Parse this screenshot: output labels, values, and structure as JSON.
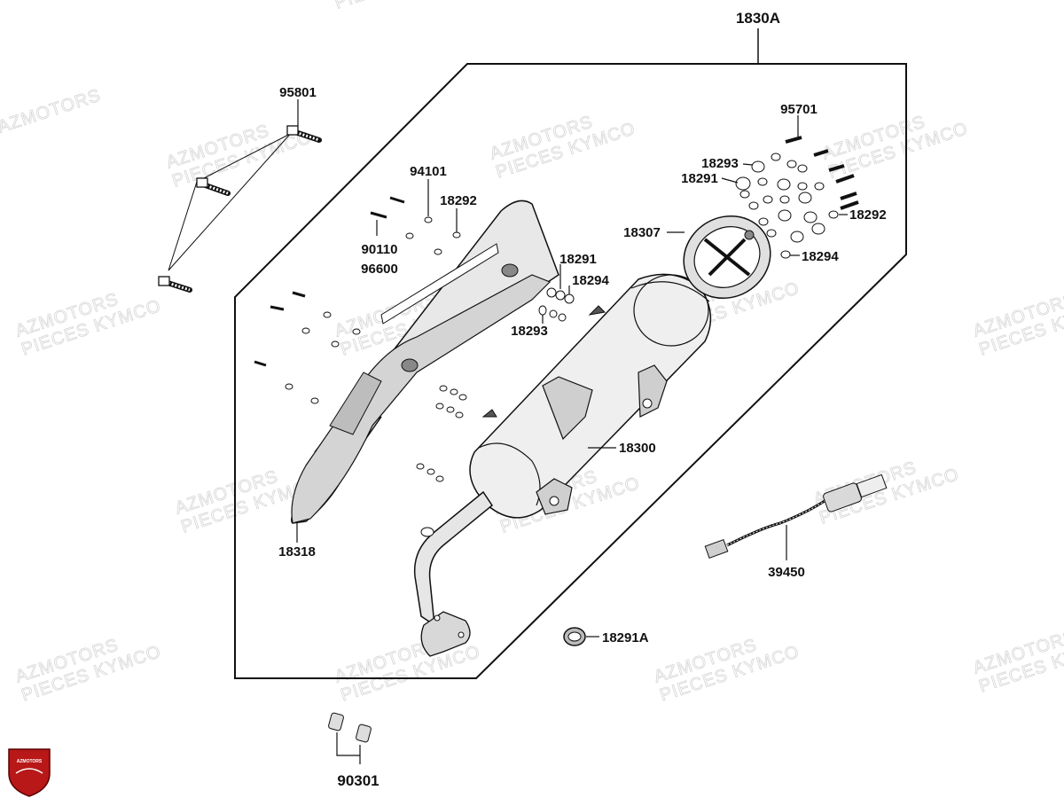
{
  "diagram": {
    "assembly_label": "1830A",
    "watermark": {
      "line1": "AZMOTORS",
      "line2": "PIECES KYMCO"
    },
    "logo_text": "AZMOTORS",
    "callouts": {
      "c95801": "95801",
      "c94101": "94101",
      "c18292a": "18292",
      "c90110": "90110",
      "c96600": "96600",
      "c95701": "95701",
      "c18293a": "18293",
      "c18291a": "18291",
      "c18292b": "18292",
      "c18307": "18307",
      "c18294a": "18294",
      "c18291b": "18291",
      "c18294b": "18294",
      "c18293b": "18293",
      "c18300": "18300",
      "c18318": "18318",
      "c39450": "39450",
      "c18291A": "18291A",
      "c90301": "90301"
    }
  }
}
